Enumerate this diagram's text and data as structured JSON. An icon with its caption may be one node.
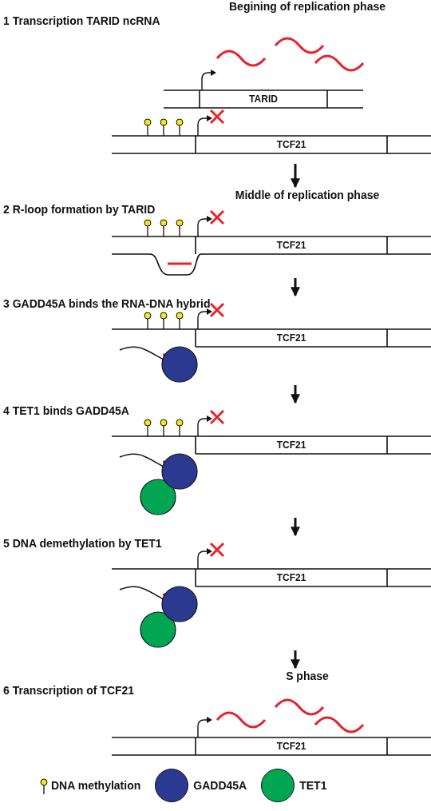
{
  "diagram": {
    "nodes": [
      {
        "text": [
          "1 Transcription TARID ncRNA",
          "TARID",
          "TCF21"
        ],
        "beside": [
          "Begining of replication phase"
        ]
      },
      {
        "text": [
          "2 R-loop formation by TARID",
          "TCF21"
        ],
        "beside": [
          "Middle of replication phase"
        ]
      },
      {
        "text": [
          "3 GADD45A binds the RNA-DNA hybrid",
          "TCF21"
        ]
      },
      {
        "text": [
          "4 TET1 binds GADD45A",
          "TCF21"
        ]
      },
      {
        "text": [
          "5 DNA demethylation by TET1",
          "TCF21"
        ]
      },
      {
        "text": [
          "6 Transcription of TCF21",
          "TCF21"
        ],
        "beside": [
          "S phase"
        ]
      }
    ],
    "edges": [
      {
        "from": 0,
        "to": 1,
        "arrow": "to"
      },
      {
        "from": 1,
        "to": 2,
        "arrow": "to"
      },
      {
        "from": 2,
        "to": 3,
        "arrow": "to"
      },
      {
        "from": 3,
        "to": 4,
        "arrow": "to"
      },
      {
        "from": 4,
        "to": 5,
        "arrow": "to"
      }
    ],
    "legend": [
      {
        "text": "DNA methylation"
      },
      {
        "text": "GADD45A",
        "color": "#2b3990"
      },
      {
        "text": "TET1",
        "color": "#00a651"
      }
    ]
  }
}
